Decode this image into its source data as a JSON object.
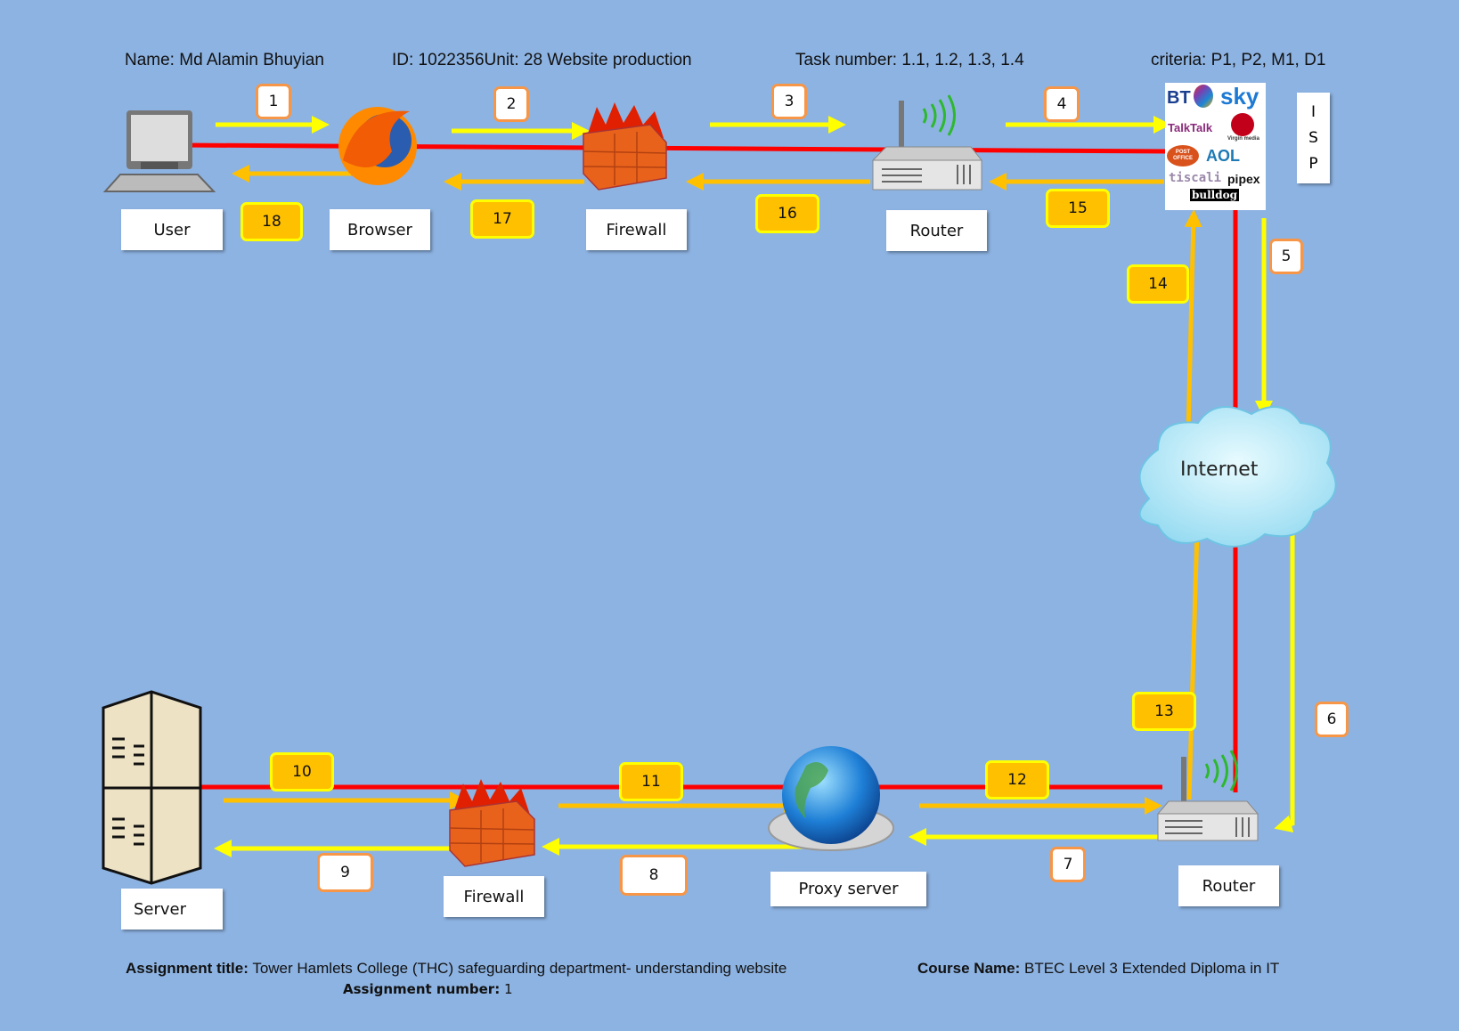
{
  "header": {
    "name": "Name: Md Alamin Bhuyian",
    "id_unit": "ID: 1022356Unit: 28 Website production",
    "task": "Task number: 1.1, 1.2, 1.3, 1.4",
    "criteria": "criteria: P1, P2, M1, D1"
  },
  "nodes": {
    "user": "User",
    "browser": "Browser",
    "firewall_top": "Firewall",
    "router_top": "Router",
    "server": "Server",
    "firewall_bottom": "Firewall",
    "proxy": "Proxy server",
    "router_bottom": "Router",
    "internet": "Internet",
    "isp": [
      "I",
      "S",
      "P"
    ]
  },
  "isp_logos": [
    "BT",
    "sky",
    "TalkTalk",
    "Virgin media",
    "POST OFFICE",
    "AOL",
    "tiscali",
    "pipex",
    "bulldog"
  ],
  "steps": [
    "1",
    "2",
    "3",
    "4",
    "5",
    "6",
    "7",
    "8",
    "9",
    "10",
    "11",
    "12",
    "13",
    "14",
    "15",
    "16",
    "17",
    "18"
  ],
  "colors": {
    "background": "#8db3e2",
    "connection": "#ff0000",
    "request_arrow": "#ffff00",
    "response_arrow": "#ffc000",
    "badge_border": "#f79646"
  },
  "footer": {
    "assignment_title_label": "Assignment title:",
    "assignment_title": "Tower Hamlets College (THC) safeguarding department- understanding website",
    "course_label": "Course Name:",
    "course": "BTEC Level 3 Extended Diploma in IT",
    "assignment_number_label": "Assignment number:",
    "assignment_number": "1"
  }
}
